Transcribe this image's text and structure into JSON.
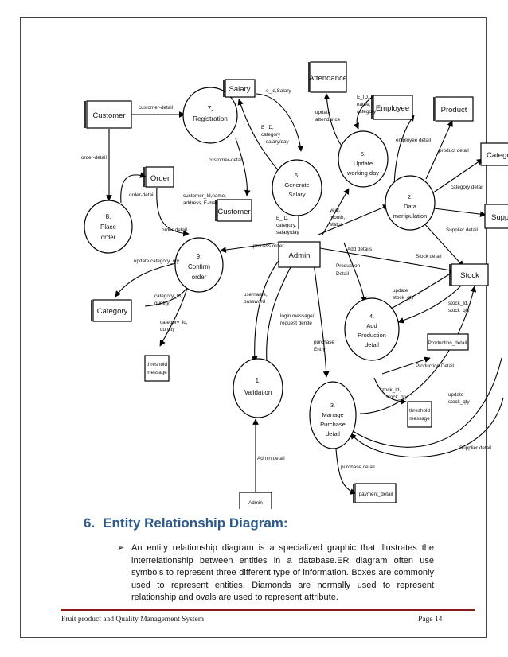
{
  "diagram": {
    "entities": {
      "customer_top": "Customer",
      "salary": "Salary",
      "attendance": "Attendance",
      "employee": "Employee",
      "product": "Product",
      "category_right": "Category",
      "supplier": "Supplier",
      "order": "Order",
      "customer_mid": "Customer",
      "admin_main": "Admin",
      "stock": "Stock",
      "category_left": "Category",
      "threshold_left": [
        "threshold",
        "message"
      ],
      "production_detail": "Production_detail",
      "threshold_right": [
        "threshold",
        "message"
      ],
      "admin_bottom": "Admin",
      "payment_detail": "payment_detail"
    },
    "processes": {
      "registration": [
        "7.",
        "Registration"
      ],
      "generate_salary": [
        "6.",
        "Generate",
        "Salary"
      ],
      "update_working_day": [
        "5.",
        "Update",
        "working day"
      ],
      "data_manipulation": [
        "2.",
        "Data",
        "manipulation"
      ],
      "place_order": [
        "8.",
        "Place",
        "order"
      ],
      "confirm_order": [
        "9.",
        "Confirm",
        "order"
      ],
      "add_production": [
        "4.",
        "Add",
        "Production",
        "detail"
      ],
      "validation": [
        "1.",
        "Validation"
      ],
      "manage_purchase": [
        "3.",
        "Manage",
        "Purchase",
        "detail"
      ]
    },
    "flows": {
      "customer_detail_top": "customer-detail",
      "customer_detail_mid": "customer-detail",
      "order_detail_left": "order-detail",
      "order_detail_a": "order-detail",
      "order_detail_b": "order-detail",
      "e_id_salary": "e_id,Salary",
      "e_id_category": [
        "E_ID,",
        "category",
        "salary/day"
      ],
      "update_attendance": [
        "update",
        "attendance"
      ],
      "e_id_name_category": [
        "E_ID,",
        "name,",
        "category"
      ],
      "employee_detail": "employee detail",
      "product_detail": "product detail",
      "category_detail": "category detail",
      "supplier_detail_top": "Supplier detail",
      "year_month_status": [
        "year,",
        "month,",
        "status"
      ],
      "admin_e_id": [
        "E_ID,",
        "category,",
        "salary/day"
      ],
      "customer_id": [
        "customer_Id,name,",
        "address, E-mail"
      ],
      "process_order": "process order",
      "add_details": "Add details",
      "stock_detail": "Stock detail",
      "production_detail_flow": [
        "Production",
        "Detail"
      ],
      "update_category_qty": "update category_qty",
      "category_id_qty_a": [
        "category_Id,",
        "quntity"
      ],
      "category_id_qty_b": [
        "category_Id,",
        "quntity"
      ],
      "username_password": [
        "username,",
        "password"
      ],
      "login_message": [
        "login message/",
        "request denite"
      ],
      "purchase_entry": [
        "purchase",
        "Entry"
      ],
      "update_stock_qty_a": [
        "update",
        "stock_qty"
      ],
      "stock_id_qty_a": [
        "stock_Id,",
        "stock_qty"
      ],
      "production_detail_label": "Production Detail",
      "stock_id_qty_b": [
        "stock_Id,",
        "stock_qty"
      ],
      "update_stock_qty_b": [
        "update",
        "stock_qty"
      ],
      "supplier_detail_bottom": "Supplier detail",
      "admin_detail": "Admin detail",
      "purchase_detail": "purchase detail"
    }
  },
  "section": {
    "number": "6.",
    "title": "Entity Relationship Diagram:",
    "bullet": "➢",
    "paragraph": "An entity relationship diagram is a specialized graphic that illustrates the interrelationship between entities in a database.ER diagram often use symbols to represent three different type of information. Boxes are commonly used to represent entities. Diamonds are normally used to represent relationship and ovals are used to represent attribute."
  },
  "footer": {
    "left": "Fruit product and Quality Management System",
    "right": "Page 14"
  }
}
